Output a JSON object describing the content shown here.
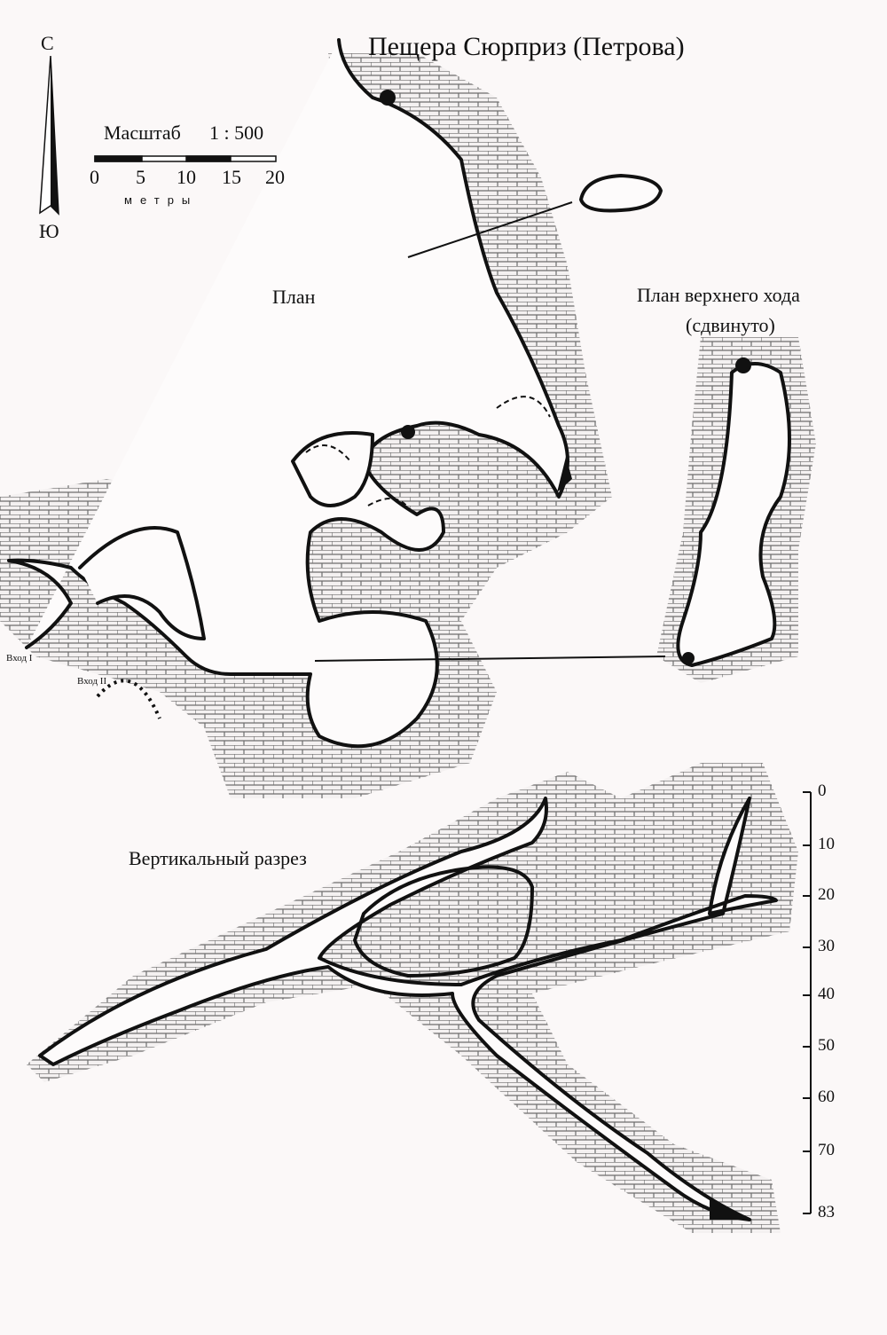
{
  "title": "Пещера Сюрприз (Петрова)",
  "legend": {
    "north": "С",
    "south": "Ю",
    "scale_label": "Масштаб",
    "scale_ratio": "1 : 500",
    "scale_ticks": [
      "0",
      "5",
      "10",
      "15",
      "20"
    ],
    "scale_unit": "метры"
  },
  "labels": {
    "plan": "План",
    "upper_plan_line1": "План верхнего хода",
    "upper_plan_line2": "(сдвинуто)",
    "section": "Вертикальный разрез",
    "entrance1": "Вход I",
    "entrance2": "Вход II"
  },
  "depth_scale": [
    "0",
    "10",
    "20",
    "30",
    "40",
    "50",
    "60",
    "70",
    "83"
  ],
  "colors": {
    "ink": "#111111",
    "background": "#fbf8f8",
    "brick": "#777777"
  }
}
